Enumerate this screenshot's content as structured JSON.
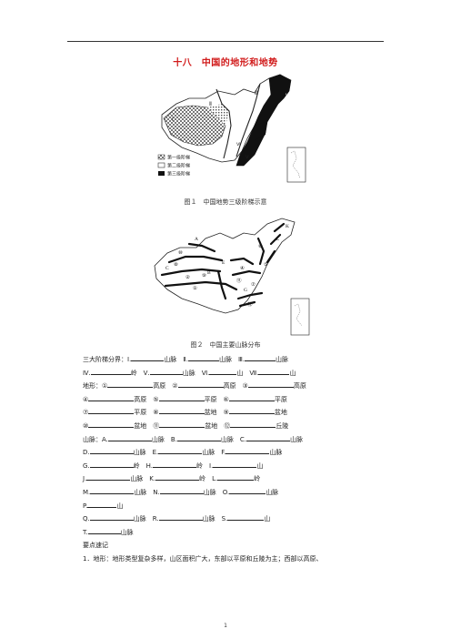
{
  "title": "十八　中国的地形和地势",
  "figure1": {
    "caption": "图１　中国地势三级阶梯示意",
    "legend": [
      "第一级阶梯",
      "第二级阶梯",
      "第三级阶梯"
    ],
    "labels": [
      "Ⅰ",
      "Ⅱ",
      "Ⅲ",
      "Ⅳ",
      "Ⅴ",
      "Ⅵ",
      "Ⅶ"
    ]
  },
  "figure2": {
    "caption": "图２　中国主要山脉分布",
    "labels": [
      "A",
      "B",
      "C",
      "D",
      "E",
      "F",
      "G",
      "H",
      "I",
      "K",
      "L",
      "M",
      "N",
      "⑧",
      "⑩",
      "⑪",
      "⑫",
      "⑨",
      "②",
      "①",
      "④",
      "⑥",
      "⑤",
      "⑦"
    ]
  },
  "text": {
    "l1": [
      "三大阶梯分界：Ⅰ.",
      "山脉　Ⅱ.",
      "山脉　Ⅲ.",
      "山脉"
    ],
    "l2": [
      "Ⅳ.",
      "岭　Ⅴ.",
      "山脉　Ⅵ.",
      "山　Ⅶ.",
      "山"
    ],
    "l3": [
      "地形：①",
      "高原　②",
      "高原　③",
      "高原"
    ],
    "l4": [
      "④",
      "高原　⑤",
      "平原　⑥",
      "平原"
    ],
    "l5": [
      "⑦",
      "平原　⑧",
      "盆地　⑨",
      "盆地"
    ],
    "l6": [
      "⑩",
      "盆地　⑪",
      "盆地　⑫",
      "丘陵"
    ],
    "l7": [
      "山脉：A.",
      "山脉　B.",
      "山脉　C.",
      "山脉"
    ],
    "l8": [
      "D.",
      "山脉　E.",
      "山脉　F.",
      "山脉"
    ],
    "l9": [
      "G.",
      "岭　H.",
      "岭　I.",
      "山"
    ],
    "l10": [
      "J.",
      "山脉　K.",
      "岭　L.",
      "岭"
    ],
    "l11": [
      "M.",
      "山脉　N.",
      "山脉　O.",
      "山脉"
    ],
    "l12": [
      "P.",
      "山"
    ],
    "l13": [
      "Q.",
      "山脉　R.",
      "山脉　S.",
      "山"
    ],
    "l14": [
      "T.",
      "山脉"
    ],
    "l15": "要点速记",
    "l16": "1．地形：地形类型复杂多样，山区面积广大，东部以平原和丘陵为主；西部以高原、"
  },
  "page_number": "1"
}
